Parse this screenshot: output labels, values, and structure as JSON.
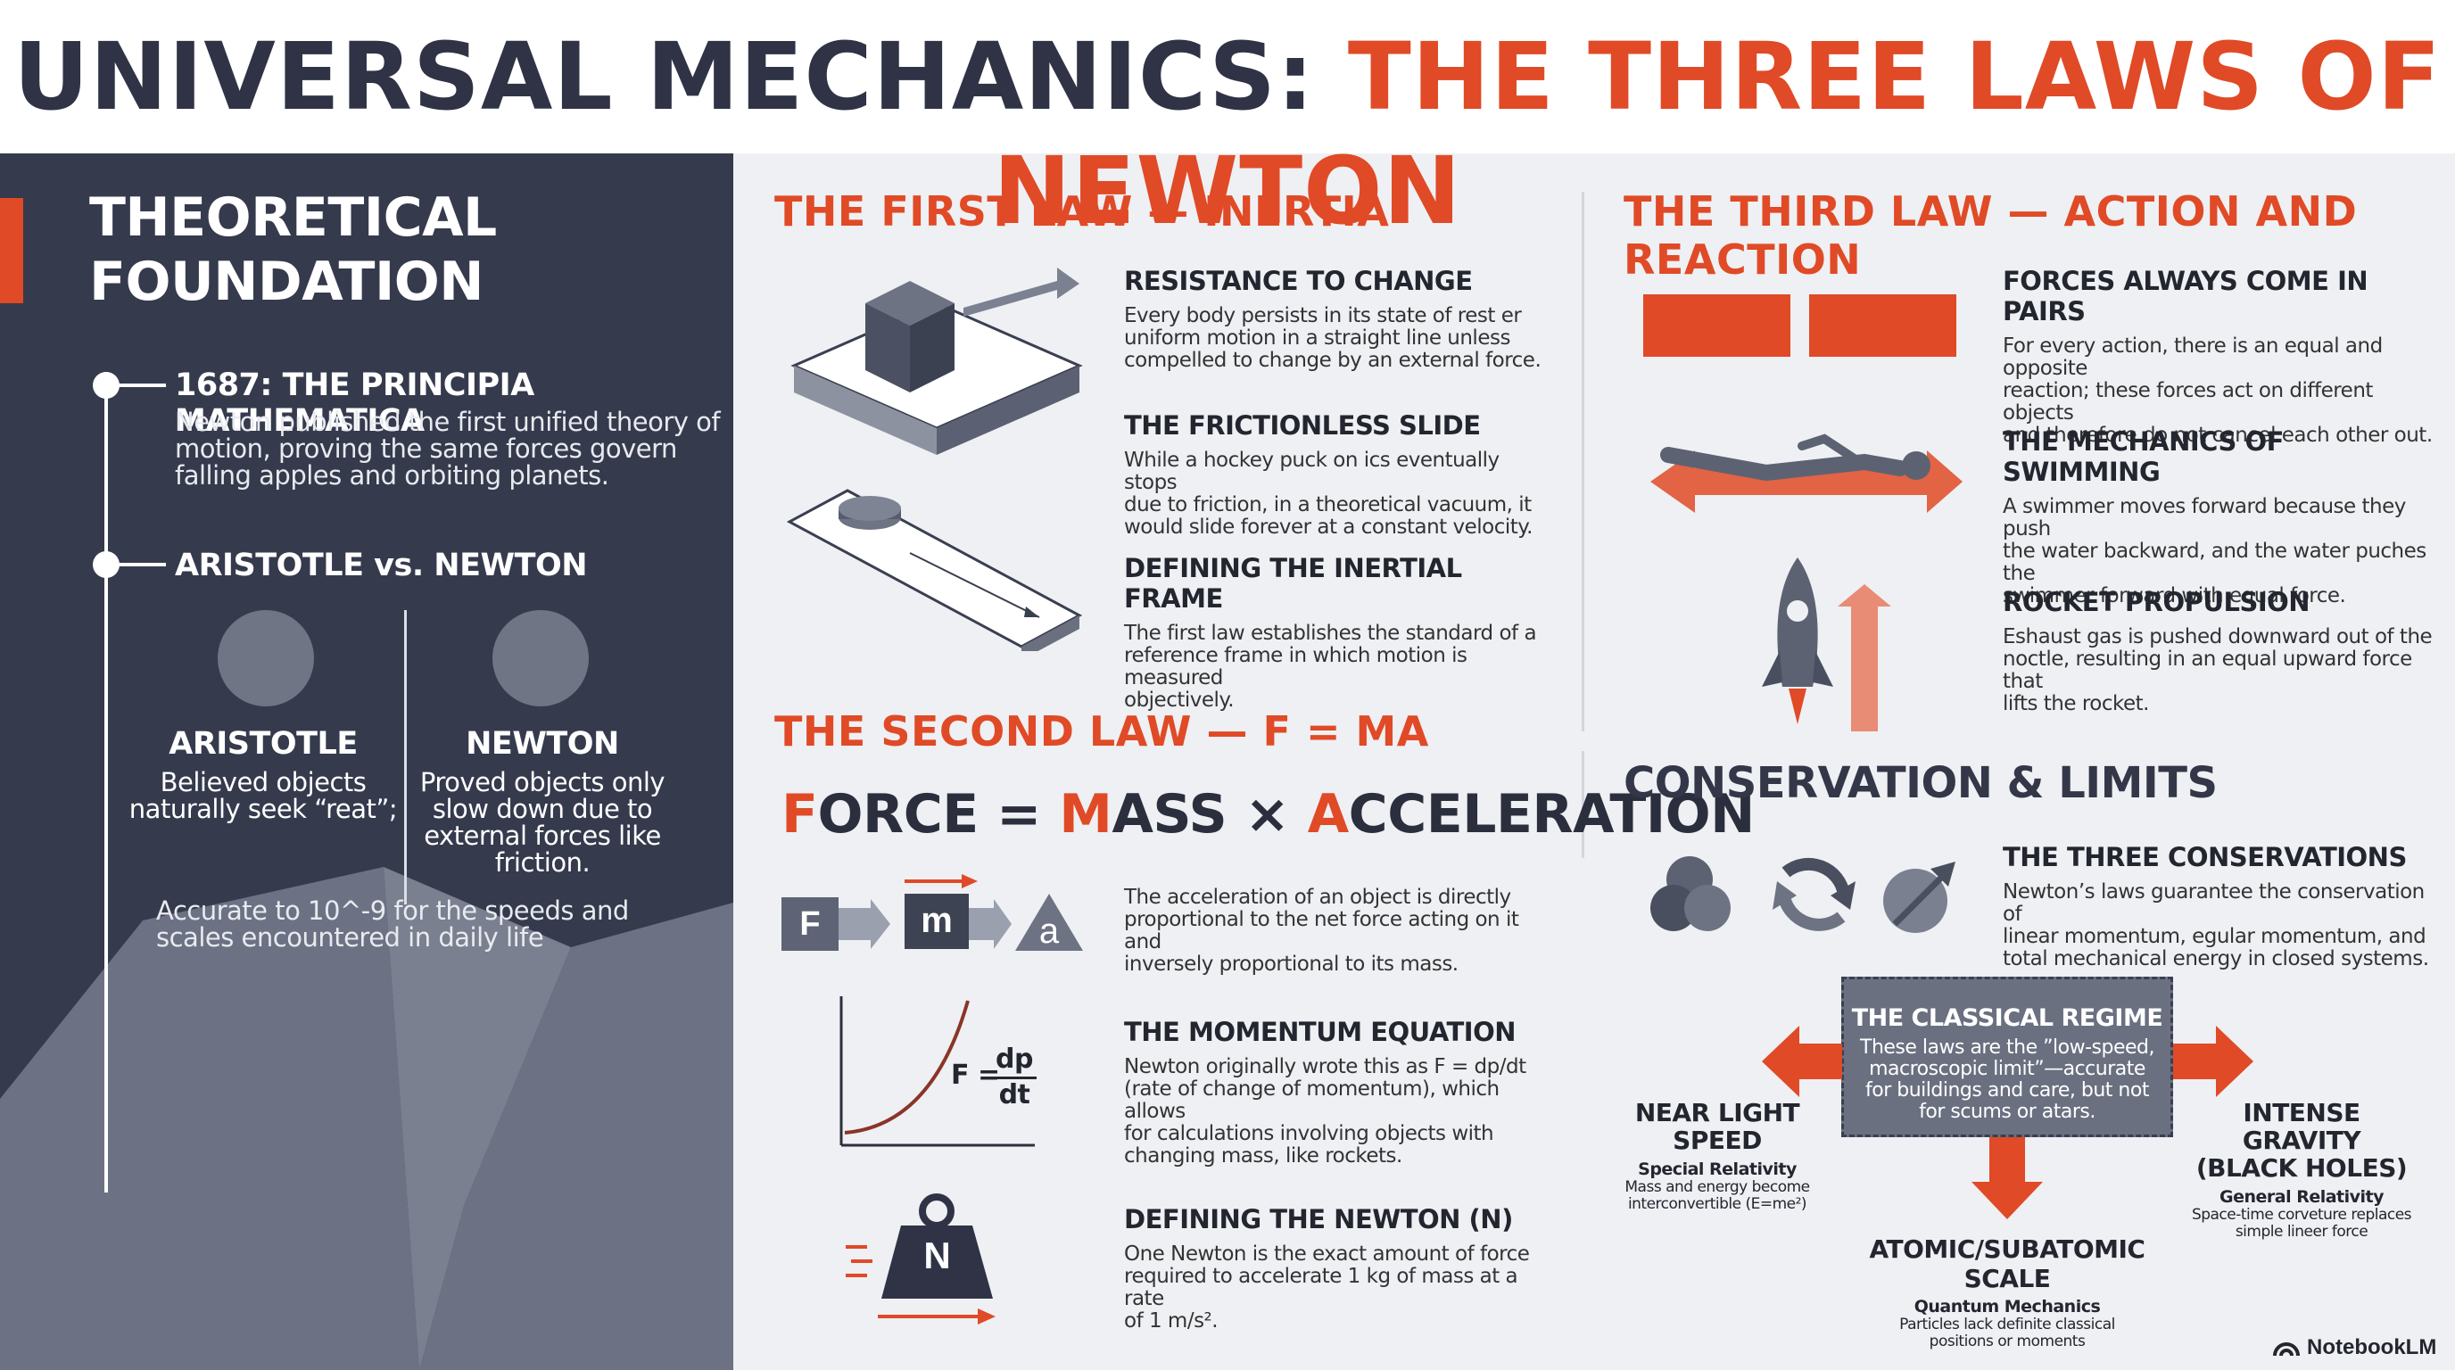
{
  "header": {
    "title_part1": "UNIVERSAL MECHANICS: ",
    "title_part2": "THE THREE LAWS OF NEWTON"
  },
  "left": {
    "heading_line1": "THEORETICAL",
    "heading_line2": "FOUNDATION",
    "timeline": [
      {
        "title": "1687: THE PRINCIPIA MATHEMATICA",
        "body_lines": [
          "Newton published the first unified theory of",
          "motion, proving the same forces govern",
          "falling apples and orbiting planets."
        ]
      },
      {
        "title": "ARISTOTLE vs. NEWTON"
      }
    ],
    "aristotle": {
      "name": "ARISTOTLE",
      "lines": [
        "Believed objects",
        "naturally seek “reat”;"
      ]
    },
    "newton": {
      "name": "NEWTON",
      "lines": [
        "Proved objects only",
        "slow down due to",
        "external forces like",
        "friction."
      ]
    },
    "accuracy_lines": [
      "Accurate to 10^-9 for the speeds and",
      "scales encountered in daily life"
    ]
  },
  "first_law": {
    "heading": "THE FIRST LAW — INERTIA",
    "items": [
      {
        "title": "RESISTANCE TO CHANGE",
        "lines": [
          "Every body persists in its state of rest er",
          "uniform motion in a straight line unless",
          "compelled to change by an external force."
        ]
      },
      {
        "title": "THE FRICTIONLESS SLIDE",
        "lines": [
          "While a hockey puck on ics eventually stops",
          "due to friction, in a theoretical vacuum, it",
          "would slide forever at a constant velocity."
        ]
      },
      {
        "title": "DEFINING THE INERTIAL FRAME",
        "lines": [
          "The first law establishes the standard of a",
          "reference frame in which motion is measured",
          "objectively."
        ]
      }
    ]
  },
  "second_law": {
    "heading": "THE SECOND LAW — F = MA",
    "formula": {
      "f": "F",
      "f_rest": "ORCE = ",
      "m": "M",
      "m_rest": "ASS × ",
      "a": "A",
      "a_rest": "CCELERATION"
    },
    "fma_boxes": {
      "f": "F",
      "m": "m",
      "a": "a"
    },
    "fma_text": [
      "The acceleration of an object is directly",
      "proportional to the net force acting on it and",
      "inversely proportional to its mass."
    ],
    "momentum": {
      "title": "THE MOMENTUM EQUATION",
      "lines": [
        "Newton originally wrote this as F = dp/dt",
        "(rate of change of momentum), which allows",
        "for calculations involving objects with",
        "changing mass, like rockets."
      ],
      "eq_f": "F =",
      "eq_num": "dp",
      "eq_den": "dt"
    },
    "newton_unit": {
      "title": "DEFINING THE NEWTON (N)",
      "lines": [
        "One Newton is the exact amount of force",
        "required to accelerate 1 kg of mass at a rate",
        "of 1 m/s²."
      ],
      "weight_label": "N"
    }
  },
  "third_law": {
    "heading": "THE THIRD LAW — ACTION AND REACTION",
    "items": [
      {
        "title": "FORCES ALWAYS COME IN PAIRS",
        "lines": [
          "For every action, there is an equal and opposite",
          "reaction; these forces act on different objects",
          "and therefore do not cancel each other out."
        ]
      },
      {
        "title": "THE MECHANICS OF SWIMMING",
        "lines": [
          "A swimmer moves forward because they push",
          "the water backward, and the water puches the",
          "swimmer forward with equal force."
        ]
      },
      {
        "title": "ROCKET PROPULSION",
        "lines": [
          "Eshaust gas is pushed downward out of the",
          "noctle, resulting in an equal upward force that",
          "lifts the rocket."
        ]
      }
    ]
  },
  "conservation": {
    "heading": "CONSERVATION & LIMITS",
    "title": "THE THREE CONSERVATIONS",
    "lines": [
      "Newton’s laws guarantee the conservation of",
      "linear momentum, egular momentum, and",
      "total mechanical energy in closed systems."
    ],
    "regime": {
      "title": "THE CLASSICAL REGIME",
      "lines": [
        "These laws are the ”low-speed,",
        "macroscopic limit”—accurate",
        "for buildings and care, but not",
        "for scums or atars."
      ]
    },
    "left_limit": {
      "title_lines": [
        "NEAR LIGHT",
        "SPEED"
      ],
      "sub": "Special Relativity",
      "lines": [
        "Mass and energy become",
        "interconvertible (E=mе²)"
      ]
    },
    "right_limit": {
      "title_lines": [
        "INTENSE GRAVITY",
        "(BLACK HOLES)"
      ],
      "sub": "General Relativity",
      "lines": [
        "Space-time corveture replaces",
        "simple lineer force"
      ]
    },
    "bottom_limit": {
      "title": "ATOMIC/SUBATOMIC SCALE",
      "sub": "Quantum Mechanics",
      "lines": [
        "Particles lack definite classical",
        "positions or moments"
      ]
    }
  },
  "footer": {
    "brand": "NotebookLM"
  }
}
